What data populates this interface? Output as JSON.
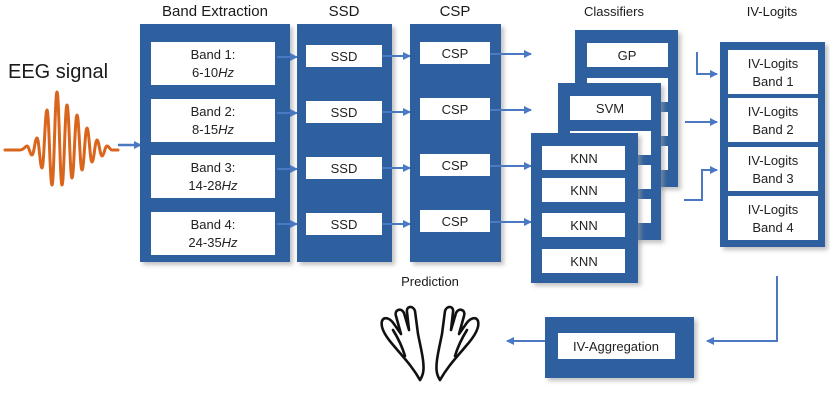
{
  "input_label": "EEG signal",
  "headers": {
    "band_extraction": "Band Extraction",
    "ssd": "SSD",
    "csp": "CSP",
    "classifiers": "Classifiers",
    "iv_logits": "IV-Logits",
    "prediction": "Prediction"
  },
  "bands": [
    {
      "name": "Band 1:",
      "range": "6-10",
      "unit": "Hz"
    },
    {
      "name": "Band 2:",
      "range": "8-15",
      "unit": "Hz"
    },
    {
      "name": "Band 3:",
      "range": "14-28",
      "unit": "Hz"
    },
    {
      "name": "Band 4:",
      "range": "24-35",
      "unit": "Hz"
    }
  ],
  "ssd_blocks": [
    "SSD",
    "SSD",
    "SSD",
    "SSD"
  ],
  "csp_blocks": [
    "CSP",
    "CSP",
    "CSP",
    "CSP"
  ],
  "classifiers": {
    "back": "GP",
    "middle": "SVM",
    "front": [
      "KNN",
      "KNN",
      "KNN",
      "KNN"
    ]
  },
  "iv_logits": [
    {
      "line1": "IV-Logits",
      "line2": "Band 1"
    },
    {
      "line1": "IV-Logits",
      "line2": "Band 2"
    },
    {
      "line1": "IV-Logits",
      "line2": "Band 3"
    },
    {
      "line1": "IV-Logits",
      "line2": "Band 4"
    }
  ],
  "aggregation": "IV-Aggregation",
  "colors": {
    "panel": "#2e5f9e",
    "arrow": "#4a78c2",
    "wave": "#d9661c",
    "box_fill": "#ffffff",
    "shadow": "#b9b9b9"
  },
  "icons": {
    "prediction": "praying-hands-icon"
  }
}
